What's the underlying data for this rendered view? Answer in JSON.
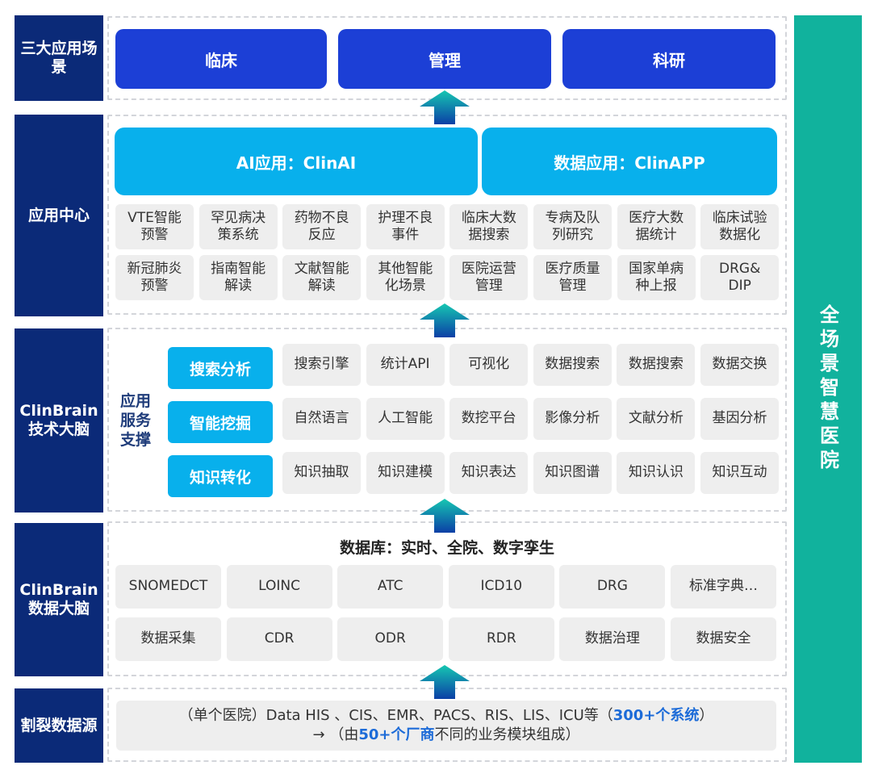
{
  "colors": {
    "navy": "#0b2a78",
    "royal_blue": "#1c3fd6",
    "sky_blue": "#08b0ec",
    "teal": "#11b29d",
    "cell_grey": "#eeeeee",
    "highlight": "#1c6bd8"
  },
  "layers": {
    "scenes": {
      "label": "三大应用场景",
      "items": [
        "临床",
        "管理",
        "科研"
      ]
    },
    "app_center": {
      "label": "应用中心",
      "apps": [
        "AI应用：ClinAI",
        "数据应用：ClinAPP"
      ],
      "grid": [
        [
          "VTE智能\n预警",
          "罕见病决\n策系统",
          "药物不良\n反应",
          "护理不良\n事件",
          "临床大数\n据搜索",
          "专病及队\n列研究",
          "医疗大数\n据统计",
          "临床试验\n数据化"
        ],
        [
          "新冠肺炎\n预警",
          "指南智能\n解读",
          "文献智能\n解读",
          "其他智能\n化场景",
          "医院运营\n管理",
          "医疗质量\n管理",
          "国家单病\n种上报",
          "DRG&\nDIP"
        ]
      ]
    },
    "tech_brain": {
      "label": "ClinBrain\n技术大脑",
      "side_label": "应用\n服务\n支撑",
      "rows": [
        {
          "tag": "搜索分析",
          "items": [
            "搜索引擎",
            "统计API",
            "可视化",
            "数据搜索",
            "数据搜索",
            "数据交换"
          ]
        },
        {
          "tag": "智能挖掘",
          "items": [
            "自然语言",
            "人工智能",
            "数挖平台",
            "影像分析",
            "文献分析",
            "基因分析"
          ]
        },
        {
          "tag": "知识转化",
          "items": [
            "知识抽取",
            "知识建模",
            "知识表达",
            "知识图谱",
            "知识认识",
            "知识互动"
          ]
        }
      ]
    },
    "data_brain": {
      "label": "ClinBrain\n数据大脑",
      "title": "数据库：实时、全院、数字孪生",
      "grid": [
        [
          "SNOMEDCT",
          "LOINC",
          "ATC",
          "ICD10",
          "DRG",
          "标准字典…"
        ],
        [
          "数据采集",
          "CDR",
          "ODR",
          "RDR",
          "数据治理",
          "数据安全"
        ]
      ]
    },
    "sources": {
      "label": "割裂数据源",
      "line1_a": "（单个医院）Data HIS 、CIS、EMR、PACS、RIS、LIS、ICU等（",
      "line1_hl": "300+个系统",
      "line1_b": "）",
      "line2_a": "→ （由",
      "line2_hl": "50+个厂商",
      "line2_b": "不同的业务模块组成）"
    }
  },
  "right_bar": "全场景智慧医院",
  "icons": {
    "up_arrow": "up-arrow-icon"
  }
}
